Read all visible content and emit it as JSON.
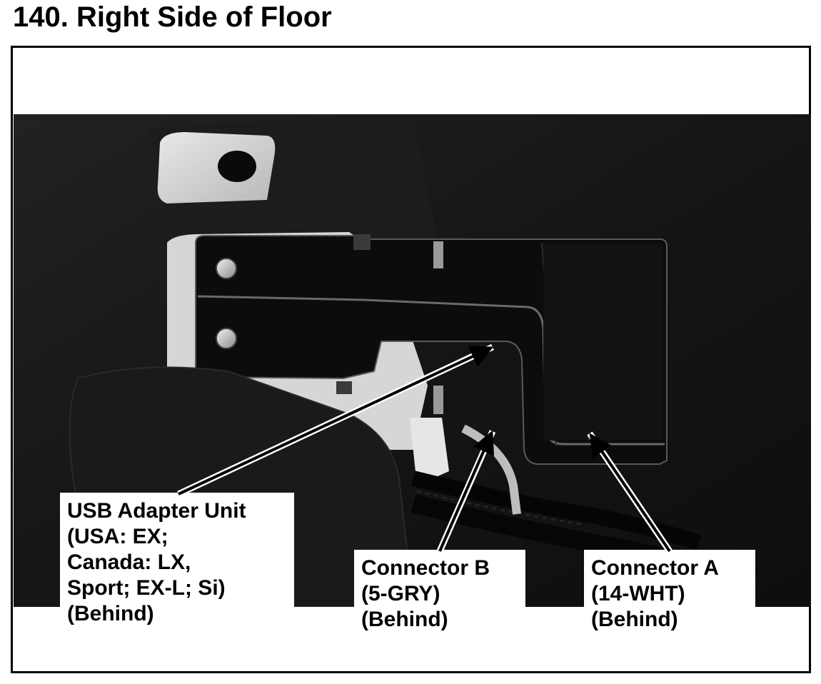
{
  "title": "140. Right Side of Floor",
  "callouts": {
    "usb": {
      "lines": [
        "USB Adapter Unit",
        "(USA: EX;",
        "Canada: LX,",
        "Sport; EX-L; Si)",
        "(Behind)"
      ]
    },
    "connector_b": {
      "lines": [
        "Connector B",
        "(5-GRY)",
        "(Behind)"
      ]
    },
    "connector_a": {
      "lines": [
        "Connector A",
        "(14-WHT)",
        "(Behind)"
      ]
    }
  },
  "colors": {
    "carpet": "#141414",
    "bracket": "#0c0c0c",
    "bracket_edge": "#5a5a5a",
    "metal": "#d8d8d8",
    "label_bg": "#ffffff",
    "text": "#000000"
  }
}
